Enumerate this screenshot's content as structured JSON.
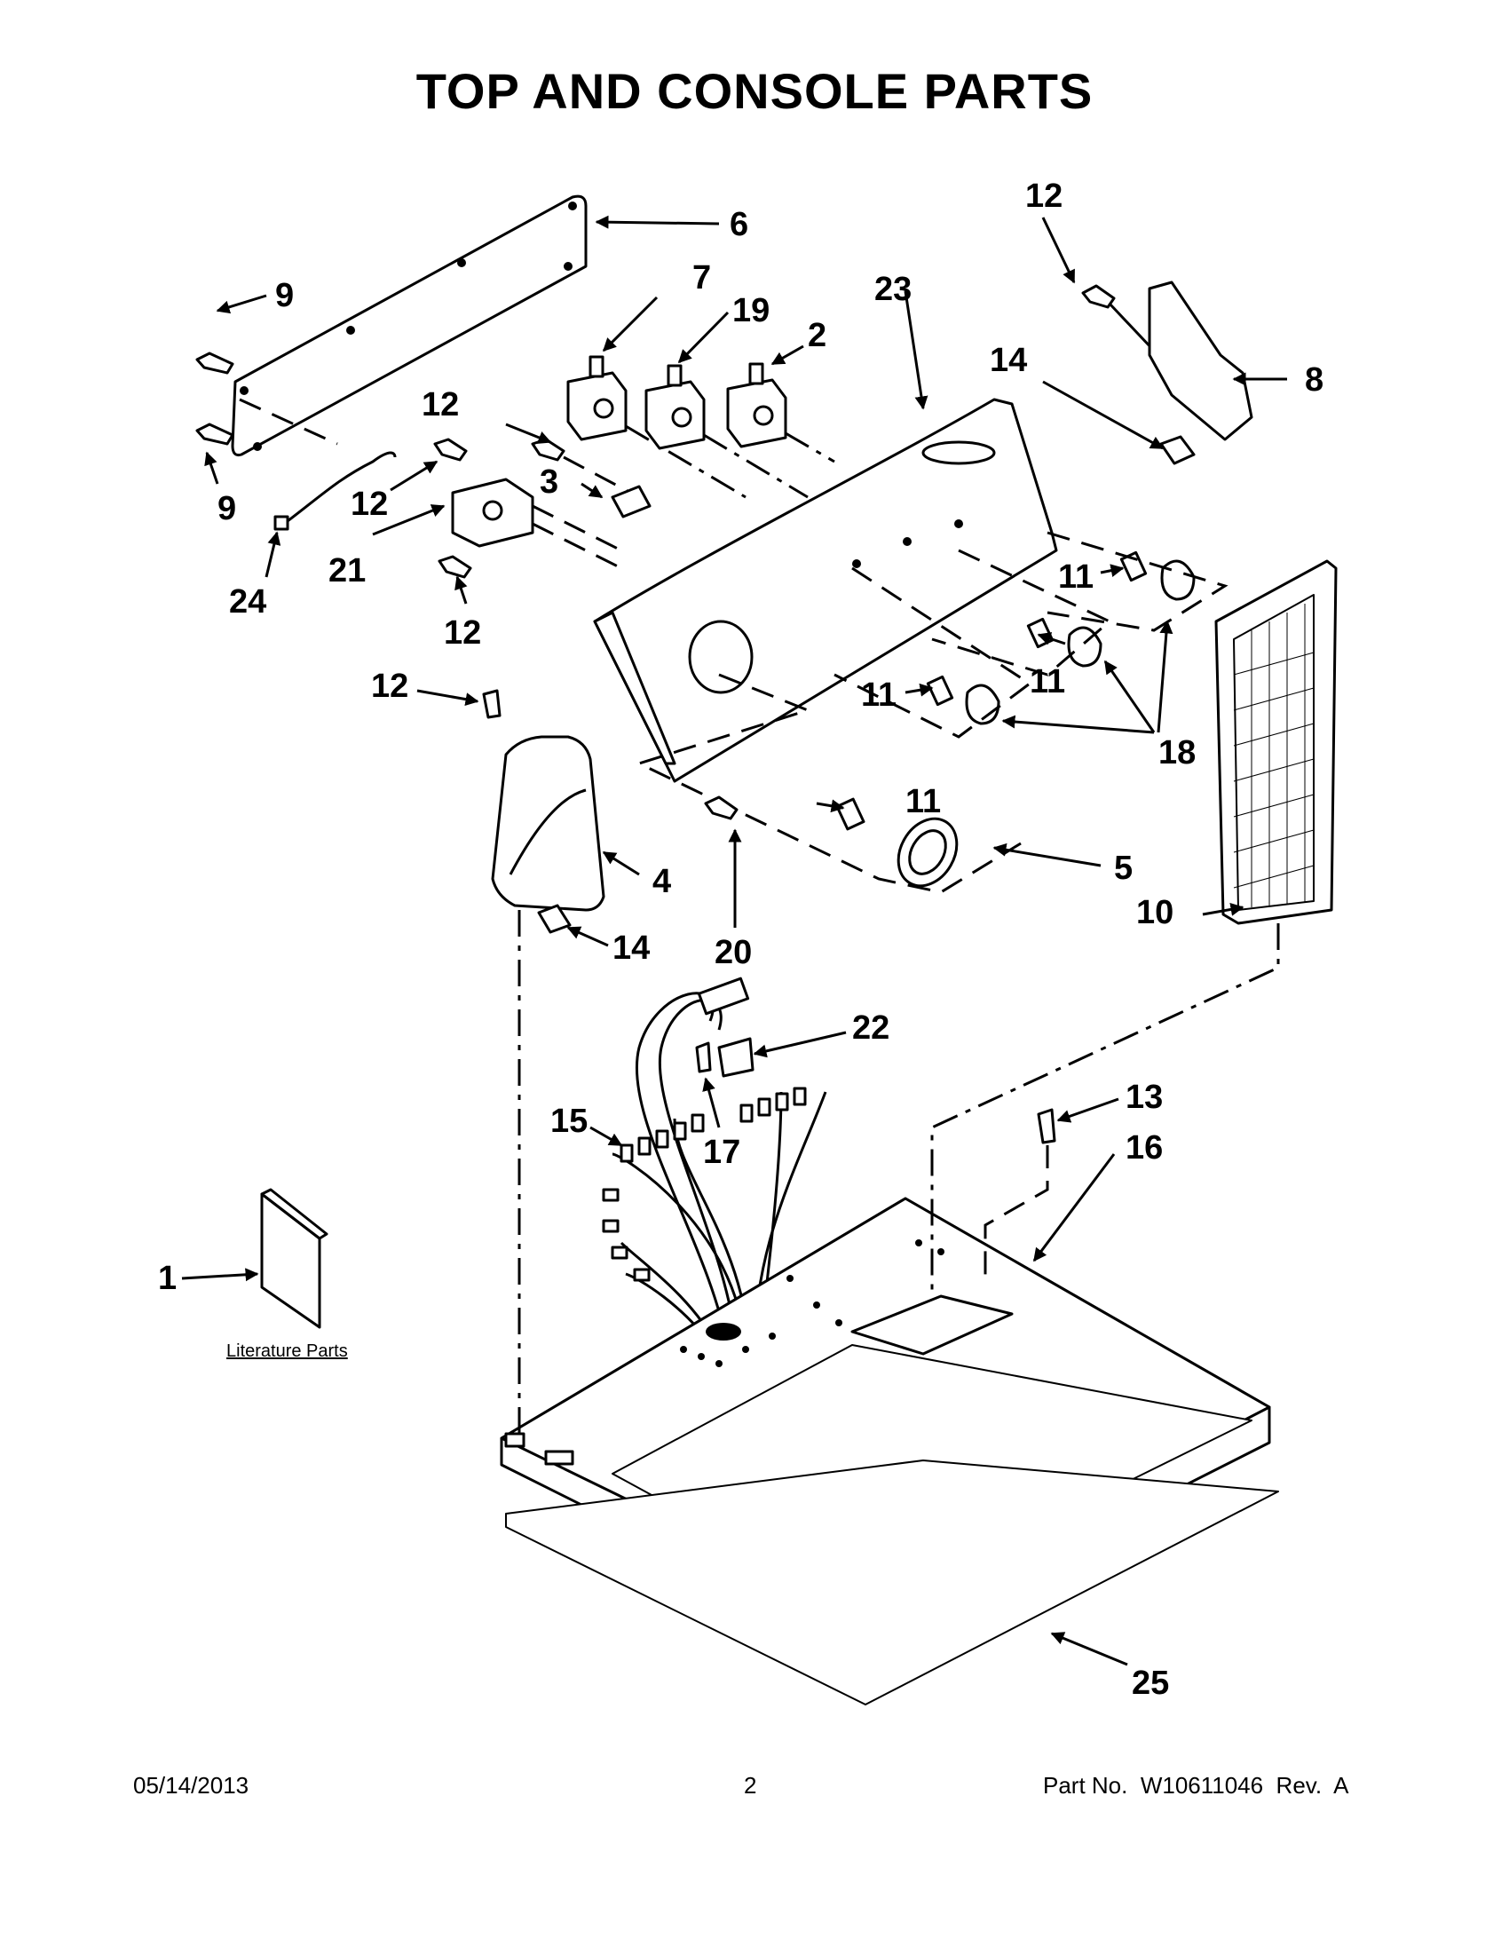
{
  "title": "TOP AND CONSOLE PARTS",
  "footer": {
    "date": "05/14/2013",
    "page": "2",
    "part_no": "Part No.  W10611046  Rev.  A"
  },
  "literature_label": "Literature Parts",
  "callouts": {
    "c1": "1",
    "c2": "2",
    "c3": "3",
    "c4": "4",
    "c5": "5",
    "c6": "6",
    "c7": "7",
    "c8": "8",
    "c9a": "9",
    "c9b": "9",
    "c10": "10",
    "c11a": "11",
    "c11b": "11",
    "c11c": "11",
    "c11d": "11",
    "c12a": "12",
    "c12b": "12",
    "c12c": "12",
    "c12d": "12",
    "c12e": "12",
    "c13": "13",
    "c14a": "14",
    "c14b": "14",
    "c15": "15",
    "c16": "16",
    "c17": "17",
    "c18": "18",
    "c19": "19",
    "c20": "20",
    "c21": "21",
    "c22": "22",
    "c23": "23",
    "c24": "24",
    "c25": "25"
  }
}
